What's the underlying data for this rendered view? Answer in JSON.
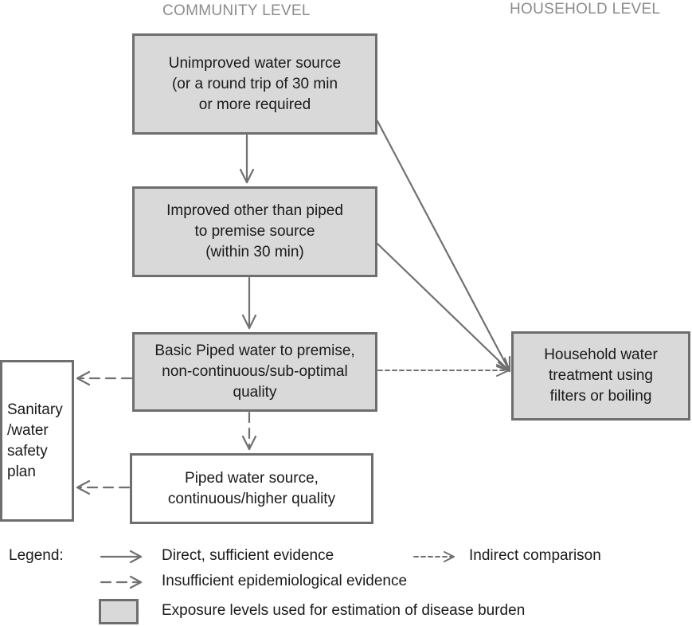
{
  "headers": {
    "community": "COMMUNITY LEVEL",
    "household": "HOUSEHOLD LEVEL"
  },
  "boxes": {
    "unimproved": "Unimproved water source\n(or a round trip of 30 min\nor more required",
    "improved": "Improved other than piped\nto premise source\n(within 30 min)",
    "basic_piped": "Basic Piped water to premise,\nnon-continuous/sub-optimal\nquality",
    "piped_higher": "Piped water source,\ncontinuous/higher quality",
    "household_treatment": "Household water\ntreatment using\nfilters or boiling",
    "sanitary": "Sanitary\n/water\nsafety\nplan"
  },
  "legend": {
    "title": "Legend:",
    "direct": "Direct, sufficient evidence",
    "indirect": "Indirect comparison",
    "insufficient": "Insufficient epidemiological evidence",
    "exposure": "Exposure levels used for estimation of disease burden"
  },
  "colors": {
    "shaded_fill": "#d9d9d9",
    "border": "#6e6e6e",
    "arrow": "#707070",
    "header_text": "#8c8c8c"
  }
}
